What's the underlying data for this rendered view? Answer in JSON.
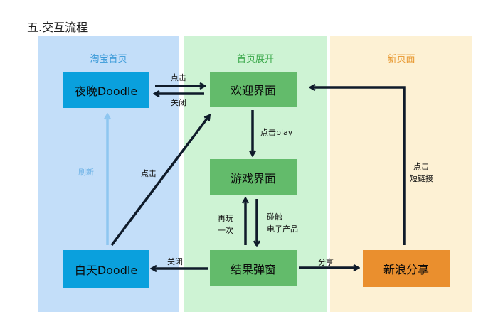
{
  "title": "五.交互流程",
  "columns": {
    "left": "淘宝首页",
    "middle": "首页展开",
    "right": "新页面"
  },
  "nodes": {
    "night_doodle": "夜晚Doodle",
    "day_doodle": "白天Doodle",
    "welcome": "欢迎界面",
    "game": "游戏界面",
    "result": "结果弹窗",
    "share": "新浪分享"
  },
  "edges": {
    "night_to_welcome": "点击",
    "welcome_to_night": "关闭",
    "welcome_to_game": "点击play",
    "day_to_welcome": "点击",
    "day_to_night": "刷新",
    "game_to_result_line1": "碰触",
    "game_to_result_line2": "电子产品",
    "result_to_game_line1": "再玩",
    "result_to_game_line2": "一次",
    "result_to_day": "关闭",
    "result_to_share": "分享",
    "share_to_welcome_line1": "点击",
    "share_to_welcome_line2": "短链接"
  },
  "colors": {
    "taobao_bg": "#c3def9",
    "expand_bg": "#cef3d4",
    "newpage_bg": "#fdf1d4",
    "doodle_node": "#0aa0dd",
    "page_node": "#63bb6b",
    "share_node": "#ea8f2e",
    "arrow": "#0f1b2a",
    "refresh_arrow": "#8ec6f0"
  }
}
